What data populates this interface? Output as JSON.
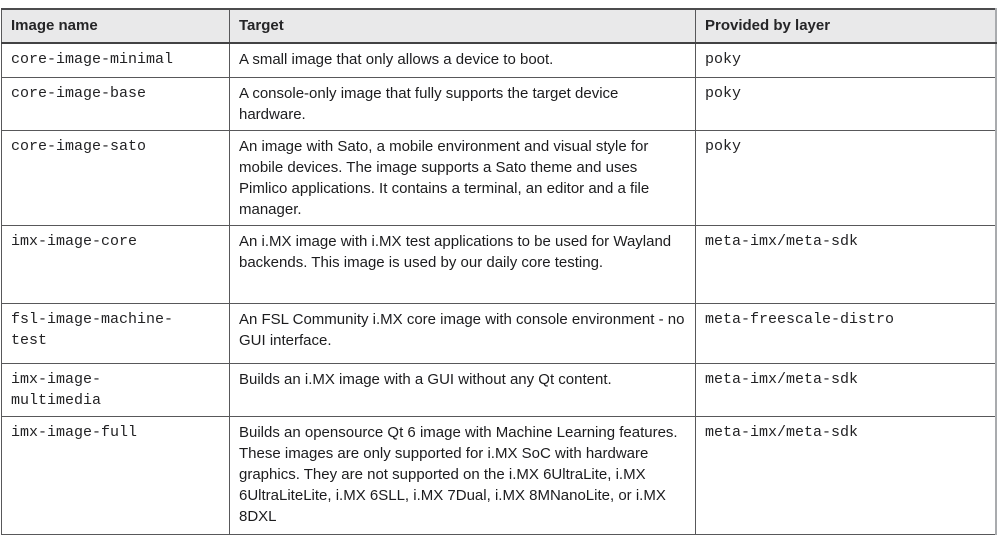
{
  "table": {
    "columns": [
      {
        "label": "Image name"
      },
      {
        "label": "Target"
      },
      {
        "label": "Provided by layer"
      }
    ],
    "rows": [
      {
        "image_name": "core-image-minimal",
        "target": "A small image that only allows a device to boot.",
        "layer": "poky"
      },
      {
        "image_name": "core-image-base",
        "target": "A console-only image that fully supports the target device hardware.",
        "layer": "poky"
      },
      {
        "image_name": "core-image-sato",
        "target": "An image with Sato, a mobile environment and visual style for mobile devices. The image supports a Sato theme and uses Pimlico applications. It contains a terminal, an editor and a file manager.",
        "layer": "poky"
      },
      {
        "image_name": "imx-image-core",
        "target": "An i.MX image with i.MX test applications to be used for Wayland backends. This image is used by our daily core testing.",
        "layer": "meta-imx/meta-sdk"
      },
      {
        "image_name": "fsl-image-machine-test",
        "target": "An FSL Community i.MX core image with console environment - no GUI interface.",
        "layer": "meta-freescale-distro"
      },
      {
        "image_name": "imx-image-multimedia",
        "target": "Builds an i.MX image with a GUI without any Qt content.",
        "layer": "meta-imx/meta-sdk"
      },
      {
        "image_name": "imx-image-full",
        "target": "Builds an opensource Qt 6 image with Machine Learning features. These images are only supported for i.MX SoC with hardware graphics. They are not supported on the i.MX 6UltraLite, i.MX 6UltraLiteLite, i.MX 6SLL, i.MX 7Dual, i.MX 8MNanoLite, or i.MX 8DXL",
        "layer": "meta-imx/meta-sdk"
      }
    ],
    "colors": {
      "header_bg": "#e9e9ea",
      "border": "#58585a",
      "text": "#1c1c1e"
    }
  }
}
